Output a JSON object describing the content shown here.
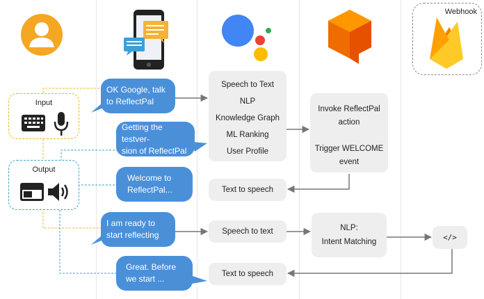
{
  "lanes": {
    "webhook_label": "Webhook"
  },
  "io": {
    "input_label": "Input",
    "output_label": "Output"
  },
  "bubbles": [
    {
      "text": "OK Google, talk\nto ReflectPal"
    },
    {
      "text": "Getting the testver-\nsion of ReflectPal"
    },
    {
      "text": "Welcome to\nReflectPal..."
    },
    {
      "text": "I am ready to\nstart reflecting"
    },
    {
      "text": "Great. Before\nwe start ..."
    }
  ],
  "assistant_box": {
    "items": [
      "Speech to Text",
      "NLP",
      "Knowledge Graph",
      "ML Ranking",
      "User Profile"
    ]
  },
  "dialogflow_box": {
    "line1": "Invoke ReflectPal",
    "line2": "action",
    "line3": "Trigger WELCOME",
    "line4": "event"
  },
  "tts_box_1": "Text to speech",
  "stt_box": "Speech to text",
  "nlp_box": {
    "line1": "NLP:",
    "line2": "Intent Matching"
  },
  "code_box": "</>",
  "tts_box_2": "Text to speech",
  "colors": {
    "bubble": "#4a90d9",
    "input_border": "#f0b429",
    "output_border": "#3aa0c8",
    "arrow": "#777777",
    "avatar": "#f5a623",
    "assistant_blue": "#4285f4",
    "assistant_red": "#ea4335",
    "assistant_yellow": "#fbbc05",
    "assistant_green": "#34a853",
    "dialogflow": "#ef6c00",
    "firebase": "#ffa000"
  },
  "icons": [
    "user-avatar-icon",
    "smartphone-chat-icon",
    "google-assistant-icon",
    "dialogflow-icon",
    "firebase-icon",
    "keyboard-icon",
    "microphone-icon",
    "screen-icon",
    "speaker-icon"
  ]
}
